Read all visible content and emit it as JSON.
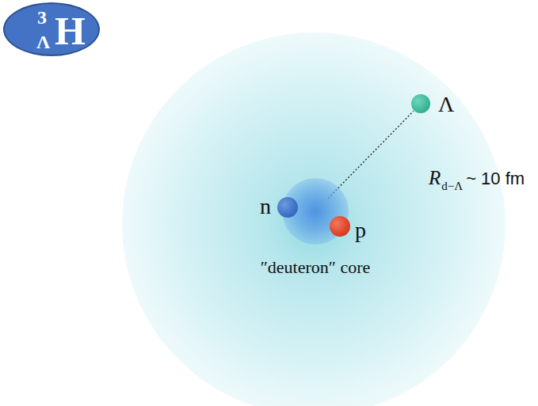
{
  "diagram": {
    "nodes": [
      {
        "text": [
          "3",
          "Λ",
          "H"
        ]
      },
      {
        "text": [
          "″deuteron″ core"
        ]
      },
      {
        "text": [
          "n"
        ],
        "in": 1
      },
      {
        "text": [
          "p"
        ],
        "in": 1
      },
      {
        "text": [
          "Λ"
        ]
      }
    ],
    "edges": [
      {
        "from": 1,
        "to": 4,
        "arrow": "none"
      }
    ],
    "labels": [
      "R",
      "d−Λ",
      "~ 10 fm"
    ]
  }
}
